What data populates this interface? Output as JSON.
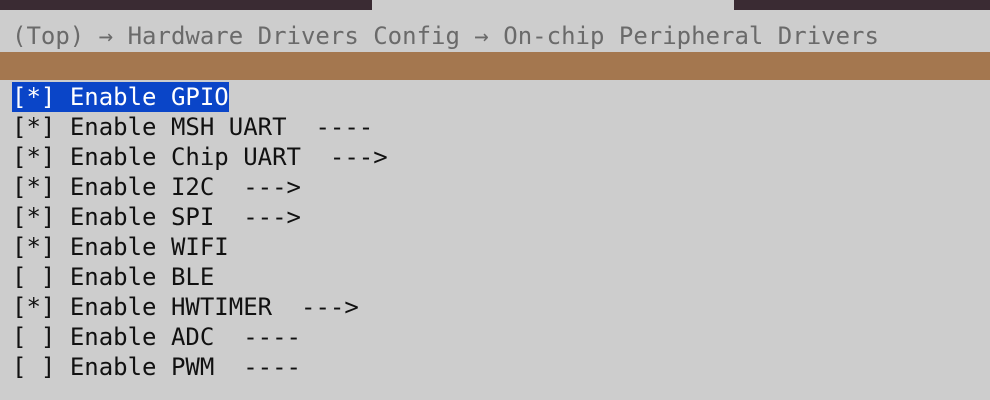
{
  "breadcrumb": "(Top) → Hardware Drivers Config → On-chip Peripheral Drivers",
  "menu": {
    "items": [
      {
        "checkbox": "[*]",
        "label": "Enable GPIO",
        "suffix": "",
        "selected": true
      },
      {
        "checkbox": "[*]",
        "label": "Enable MSH UART",
        "suffix": "  ----",
        "selected": false
      },
      {
        "checkbox": "[*]",
        "label": "Enable Chip UART",
        "suffix": "  --->",
        "selected": false
      },
      {
        "checkbox": "[*]",
        "label": "Enable I2C",
        "suffix": "  --->",
        "selected": false
      },
      {
        "checkbox": "[*]",
        "label": "Enable SPI",
        "suffix": "  --->",
        "selected": false
      },
      {
        "checkbox": "[*]",
        "label": "Enable WIFI",
        "suffix": "",
        "selected": false
      },
      {
        "checkbox": "[ ]",
        "label": "Enable BLE",
        "suffix": "",
        "selected": false
      },
      {
        "checkbox": "[*]",
        "label": "Enable HWTIMER",
        "suffix": "  --->",
        "selected": false
      },
      {
        "checkbox": "[ ]",
        "label": "Enable ADC",
        "suffix": "  ----",
        "selected": false
      },
      {
        "checkbox": "[ ]",
        "label": "Enable PWM",
        "suffix": "  ----",
        "selected": false
      }
    ]
  },
  "colors": {
    "background": "#cdcdcd",
    "title_bar": "#a4774f",
    "selection": "#0a45c8",
    "breadcrumb_text": "#6a6a6a"
  }
}
